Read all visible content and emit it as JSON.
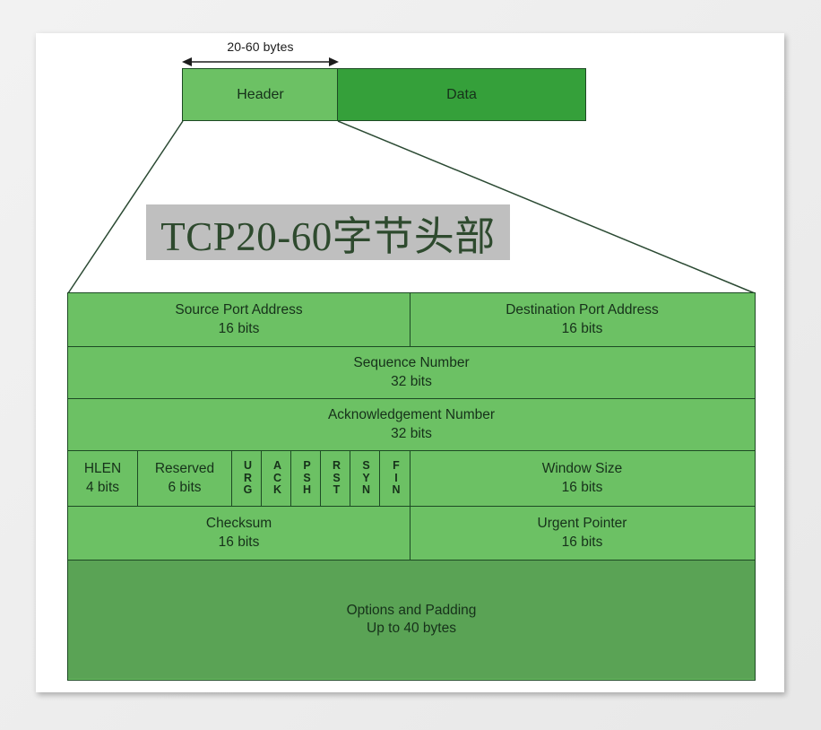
{
  "diagram": {
    "dimension": {
      "label": "20-60 bytes"
    },
    "segment_boxes": [
      {
        "name": "header",
        "label": "Header",
        "color": "#6cc164"
      },
      {
        "name": "data",
        "label": "Data",
        "color": "#35a03a"
      }
    ],
    "title": {
      "text": "TCP20-60字节头部",
      "plate_color": "#bfbfbf",
      "text_color": "#2e4a2e"
    },
    "header_table": {
      "rows": [
        {
          "name": "ports",
          "cells": [
            {
              "name": "source-port",
              "line1": "Source Port Address",
              "line2": "16 bits"
            },
            {
              "name": "destination-port",
              "line1": "Destination Port Address",
              "line2": "16 bits"
            }
          ]
        },
        {
          "name": "sequence",
          "cells": [
            {
              "name": "sequence-number",
              "line1": "Sequence Number",
              "line2": "32 bits"
            }
          ]
        },
        {
          "name": "acknowledgement",
          "cells": [
            {
              "name": "acknowledgement-number",
              "line1": "Acknowledgement Number",
              "line2": "32 bits"
            }
          ]
        },
        {
          "name": "flags",
          "cells": [
            {
              "name": "hlen",
              "line1": "HLEN",
              "line2": "4 bits"
            },
            {
              "name": "reserved",
              "line1": "Reserved",
              "line2": "6 bits"
            },
            {
              "name": "window-size",
              "line1": "Window Size",
              "line2": "16 bits"
            }
          ],
          "flags": [
            {
              "name": "urg",
              "letters": [
                "U",
                "R",
                "G"
              ]
            },
            {
              "name": "ack",
              "letters": [
                "A",
                "C",
                "K"
              ]
            },
            {
              "name": "psh",
              "letters": [
                "P",
                "S",
                "H"
              ]
            },
            {
              "name": "rst",
              "letters": [
                "R",
                "S",
                "T"
              ]
            },
            {
              "name": "syn",
              "letters": [
                "S",
                "Y",
                "N"
              ]
            },
            {
              "name": "fin",
              "letters": [
                "F",
                "I",
                "N"
              ]
            }
          ]
        },
        {
          "name": "checksum",
          "cells": [
            {
              "name": "checksum",
              "line1": "Checksum",
              "line2": "16 bits"
            },
            {
              "name": "urgent-pointer",
              "line1": "Urgent Pointer",
              "line2": "16 bits"
            }
          ]
        },
        {
          "name": "options",
          "cells": [
            {
              "name": "options-and-padding",
              "line1": "Options and Padding",
              "line2": "Up to 40 bytes"
            }
          ]
        }
      ]
    },
    "colors": {
      "light_green": "#6cc164",
      "dark_green": "#35a03a",
      "options_green": "#5aa355",
      "border": "#1d4a24",
      "text": "#16311a"
    }
  }
}
